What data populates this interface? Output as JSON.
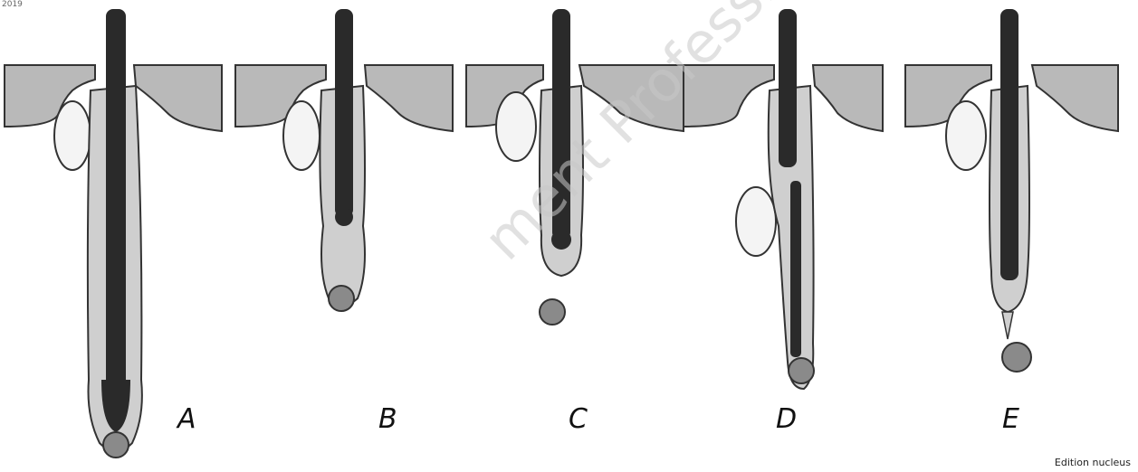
{
  "panels": [
    {
      "label": "A"
    },
    {
      "label": "B"
    },
    {
      "label": "C"
    },
    {
      "label": "D"
    },
    {
      "label": "E"
    }
  ],
  "credit": "Edition nucleus",
  "watermark": "ment Professionnel",
  "colors": {
    "skin": "#b9b9b9",
    "sheath": "#cfcfcf",
    "hair": "#2a2a2a",
    "outline": "#333333"
  }
}
